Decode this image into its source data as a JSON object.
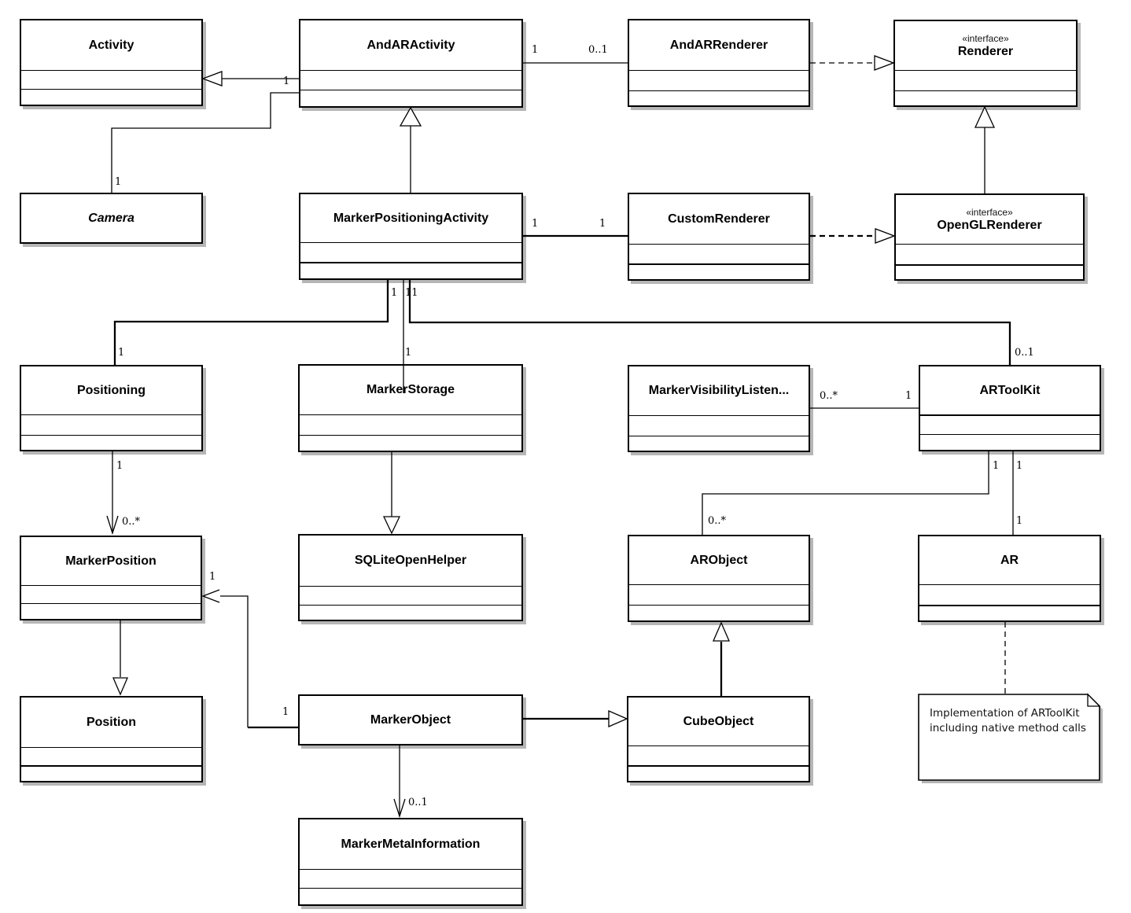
{
  "classes": {
    "activity": {
      "name": "Activity"
    },
    "andar_activity": {
      "name": "AndARActivity"
    },
    "andar_renderer": {
      "name": "AndARRenderer"
    },
    "renderer": {
      "name": "Renderer",
      "stereotype": "«interface»"
    },
    "camera": {
      "name": "Camera"
    },
    "marker_positioning_activity": {
      "name": "MarkerPositioningActivity"
    },
    "custom_renderer": {
      "name": "CustomRenderer"
    },
    "opengl_renderer": {
      "name": "OpenGLRenderer",
      "stereotype": "«interface»"
    },
    "positioning": {
      "name": "Positioning"
    },
    "marker_storage": {
      "name": "MarkerStorage"
    },
    "marker_visibility_listener": {
      "name": "MarkerVisibilityListen..."
    },
    "artoolkit": {
      "name": "ARToolKit"
    },
    "marker_position": {
      "name": "MarkerPosition"
    },
    "sqlite_open_helper": {
      "name": "SQLiteOpenHelper"
    },
    "ar_object": {
      "name": "ARObject"
    },
    "ar": {
      "name": "AR"
    },
    "position": {
      "name": "Position"
    },
    "marker_object": {
      "name": "MarkerObject"
    },
    "cube_object": {
      "name": "CubeObject"
    },
    "marker_meta_information": {
      "name": "MarkerMetaInformation"
    }
  },
  "note": {
    "line1": "Implementation of ARToolKit",
    "line2": "including native method calls"
  },
  "mult": {
    "andaractivity_camera_a": "1",
    "andaractivity_camera_c": "1",
    "andaractivity_andarrenderer_a": "1",
    "andaractivity_andarrenderer_r": "0..1",
    "mpa_customrenderer_m": "1",
    "mpa_customrenderer_c": "1",
    "mpa_bottom_left": "1",
    "mpa_bottom_right": "11",
    "positioning_top": "1",
    "markerstorage_top": "1",
    "artoolkit_top": "0..1",
    "mvl_artoolkit_m": "0..*",
    "mvl_artoolkit_a": "1",
    "positioning_bottom": "1",
    "markerposition_top": "0..*",
    "artoolkit_bottom_left": "1",
    "artoolkit_bottom_right": "1",
    "arobject_top": "0..*",
    "ar_top": "1",
    "markerposition_right": "1",
    "markerobject_left": "1",
    "mmi_top": "0..1"
  }
}
